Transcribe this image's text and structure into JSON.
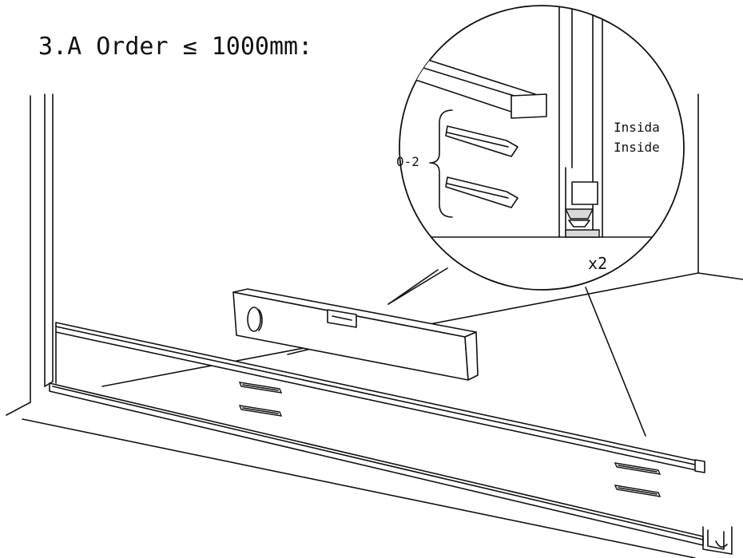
{
  "heading": "3.A Order ≤ 1000mm:",
  "detail": {
    "shim_count_label": "0-2",
    "inside_label_1": "Insida",
    "inside_label_2": "Inside"
  },
  "quantity_label": "x2",
  "icons": [
    "spirit-level-icon",
    "shim-icon",
    "threshold-rail-icon",
    "magnifier-detail-icon"
  ]
}
